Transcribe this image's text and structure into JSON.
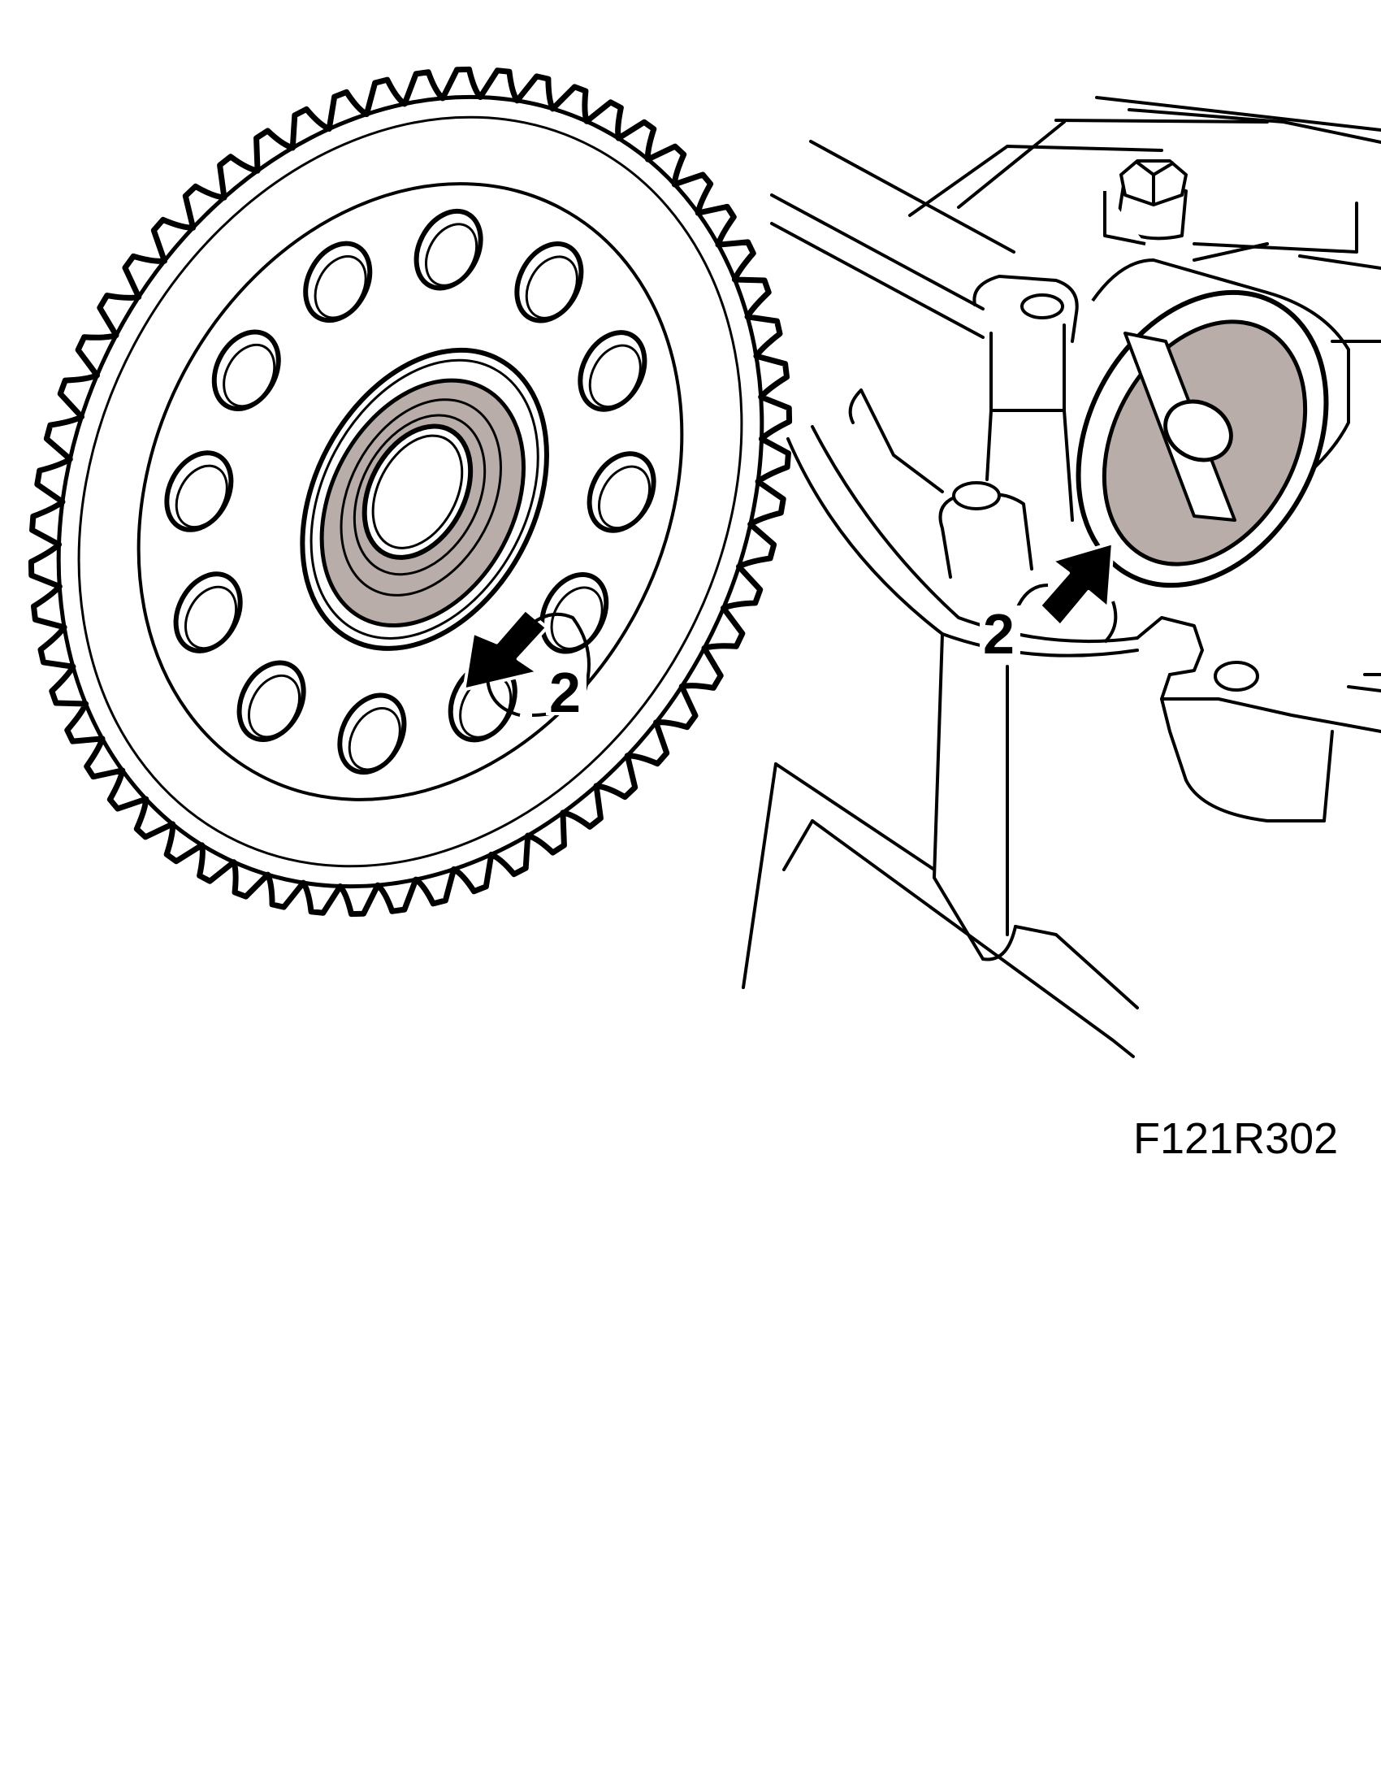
{
  "figure": {
    "code": "F121R302",
    "callouts": [
      {
        "id": "sprocket-callout",
        "text": "2"
      },
      {
        "id": "camshaft-callout",
        "text": "2"
      }
    ]
  },
  "colors": {
    "ink": "#000000",
    "paper": "#ffffff",
    "seal_fill": "#b9ada9"
  },
  "icons": [
    "arrow-icon",
    "sprocket-icon",
    "camshaft-end-icon",
    "bolt-icon"
  ]
}
